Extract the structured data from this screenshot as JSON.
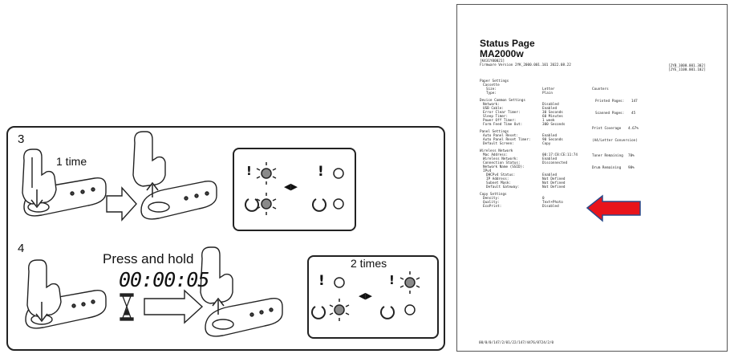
{
  "instructions": {
    "step3": {
      "number": "3",
      "press_label": "1 time"
    },
    "step4": {
      "number": "4",
      "press_label": "Press and hold",
      "timer": "00:00:05",
      "count_label": "2 times"
    },
    "symbols": {
      "exclamation": "!",
      "arrows": "◀▶"
    }
  },
  "status_page": {
    "title": "Status Page",
    "model": "MA2000w",
    "serial": "[K431Y00021]",
    "firmware": "Firmware Version 2YK_2000.001.101 2022.08.22",
    "codes": [
      "[2YB_1000.001.302]",
      "[2YE_1100.001.102]"
    ],
    "left_sections": [
      {
        "heading": "Paper Settings",
        "rows": [
          {
            "k": "Cassette",
            "v": "",
            "indent": false
          },
          {
            "k": "Size:",
            "v": "Letter",
            "indent": true
          },
          {
            "k": "Type:",
            "v": "Plain",
            "indent": true
          }
        ]
      },
      {
        "heading": "Device Common Settings",
        "rows": [
          {
            "k": "Network:",
            "v": "Disabled",
            "indent": false
          },
          {
            "k": "USB Cable:",
            "v": "Enabled",
            "indent": false
          },
          {
            "k": "Error Clear Timer:",
            "v": "30 Seconds",
            "indent": false
          },
          {
            "k": "Sleep Timer:",
            "v": "60 Minutes",
            "indent": false
          },
          {
            "k": "Power Off Timer:",
            "v": "1 week",
            "indent": false
          },
          {
            "k": "Form Feed Time Out:",
            "v": "300 Seconds",
            "indent": false
          }
        ]
      },
      {
        "heading": "Panel Settings",
        "rows": [
          {
            "k": "Auto Panel Reset:",
            "v": "Enabled",
            "indent": false
          },
          {
            "k": "Auto Panel Reset Timer:",
            "v": "90 Seconds",
            "indent": false
          },
          {
            "k": "Default Screen:",
            "v": "Copy",
            "indent": false
          }
        ]
      },
      {
        "heading": "Wireless Network",
        "rows": [
          {
            "k": "Mac Address:",
            "v": "00:17:C8:CE:11:74",
            "indent": false
          },
          {
            "k": "Wireless Network:",
            "v": "Enabled",
            "indent": false
          },
          {
            "k": "Connection Status:",
            "v": "Disconnected",
            "indent": false
          },
          {
            "k": "Network Name (SSID):",
            "v": "",
            "indent": false
          },
          {
            "k": "IPv4",
            "v": "",
            "indent": false
          },
          {
            "k": "DHCPv4 Status:",
            "v": "Enabled",
            "indent": true
          },
          {
            "k": "IP Address:",
            "v": "Not Defined",
            "indent": true
          },
          {
            "k": "Subnet Mask:",
            "v": "Not Defined",
            "indent": true
          },
          {
            "k": "Default Gateway:",
            "v": "Not Defined",
            "indent": true
          }
        ]
      },
      {
        "heading": "Copy Settings",
        "rows": [
          {
            "k": "Density:",
            "v": "0",
            "indent": false
          },
          {
            "k": "Quality:",
            "v": "Text+Photo",
            "indent": false
          },
          {
            "k": "EcoPrint:",
            "v": "Disabled",
            "indent": false
          }
        ]
      }
    ],
    "counters": {
      "heading": "Counters",
      "rows": [
        {
          "k": "Printed Pages:",
          "v": "147"
        },
        {
          "k": "Scanned Pages:",
          "v": "45"
        }
      ]
    },
    "coverage": {
      "label": "Print Coverage",
      "value": "4.67%",
      "sub": "(A4/Letter Conversion)"
    },
    "remaining": [
      {
        "k": "Toner Remaining",
        "v": "70%"
      },
      {
        "k": "Drum Remaining",
        "v": "98%"
      }
    ],
    "footer": "00/0/0/147/2/01/22/147/4476/8724/2/0"
  },
  "colors": {
    "arrow_fill": "#e8141b",
    "arrow_outline": "#2a4a8a",
    "led_lit": "#8a8a8a",
    "line": "#222222"
  }
}
